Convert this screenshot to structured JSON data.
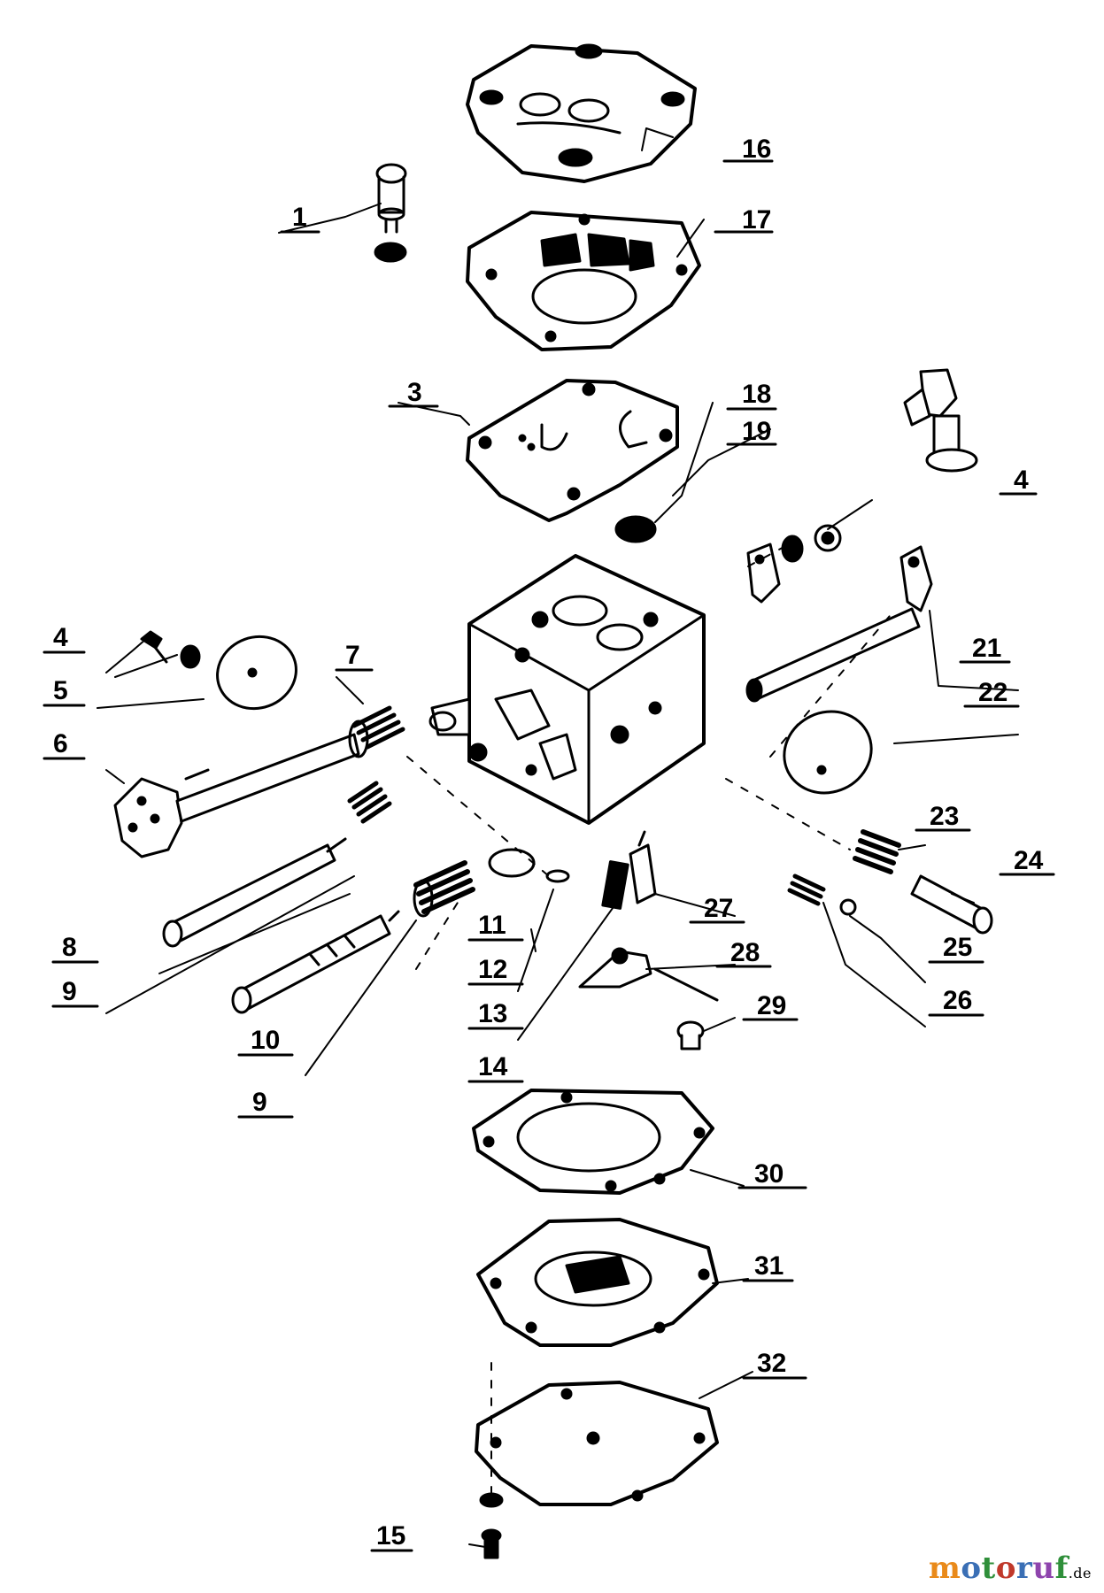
{
  "diagram": {
    "labels": [
      "16",
      "1",
      "17",
      "3",
      "18",
      "19",
      "4",
      "4",
      "5",
      "7",
      "6",
      "21",
      "22",
      "23",
      "24",
      "8",
      "9",
      "11",
      "12",
      "13",
      "27",
      "28",
      "29",
      "25",
      "26",
      "10",
      "9",
      "14",
      "30",
      "31",
      "32",
      "15"
    ]
  },
  "watermark": {
    "part_1": "m",
    "part_2": "o",
    "part_3": "t",
    "part_4": "o",
    "part_5": "r",
    "part_6": "u",
    "part_7": "f",
    "tld": ".de",
    "colors": [
      "#e98a1a",
      "#3a6fb5",
      "#2f8f3a",
      "#c0392b",
      "#3a6fb5",
      "#8e44ad",
      "#2f8f3a"
    ]
  }
}
